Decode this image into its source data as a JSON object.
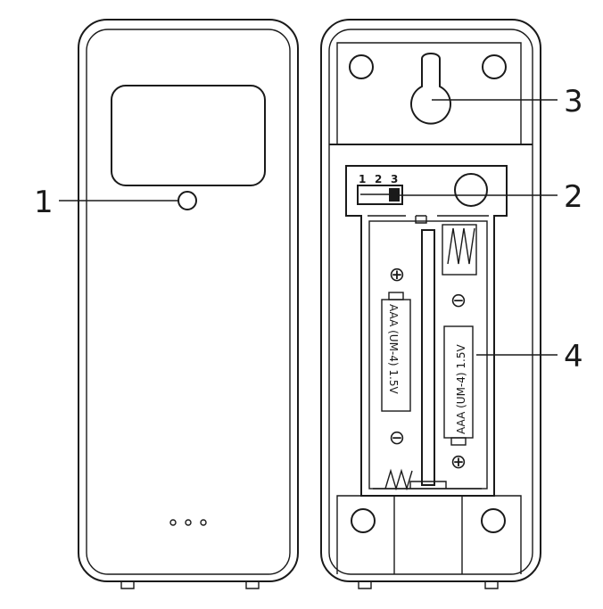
{
  "callouts": [
    {
      "number": "1"
    },
    {
      "number": "2"
    },
    {
      "number": "3"
    },
    {
      "number": "4"
    }
  ],
  "switch_labels": [
    "1",
    "2",
    "3"
  ],
  "batteries": [
    {
      "label": "AAA (UM-4)  1.5V",
      "plus": "⊕",
      "minus": "⊖"
    },
    {
      "label": "AAA (UM-4)  1.5V",
      "plus": "⊕",
      "minus": "⊖"
    }
  ],
  "colors": {
    "stroke": "#1a1a1a",
    "background": "#ffffff"
  }
}
